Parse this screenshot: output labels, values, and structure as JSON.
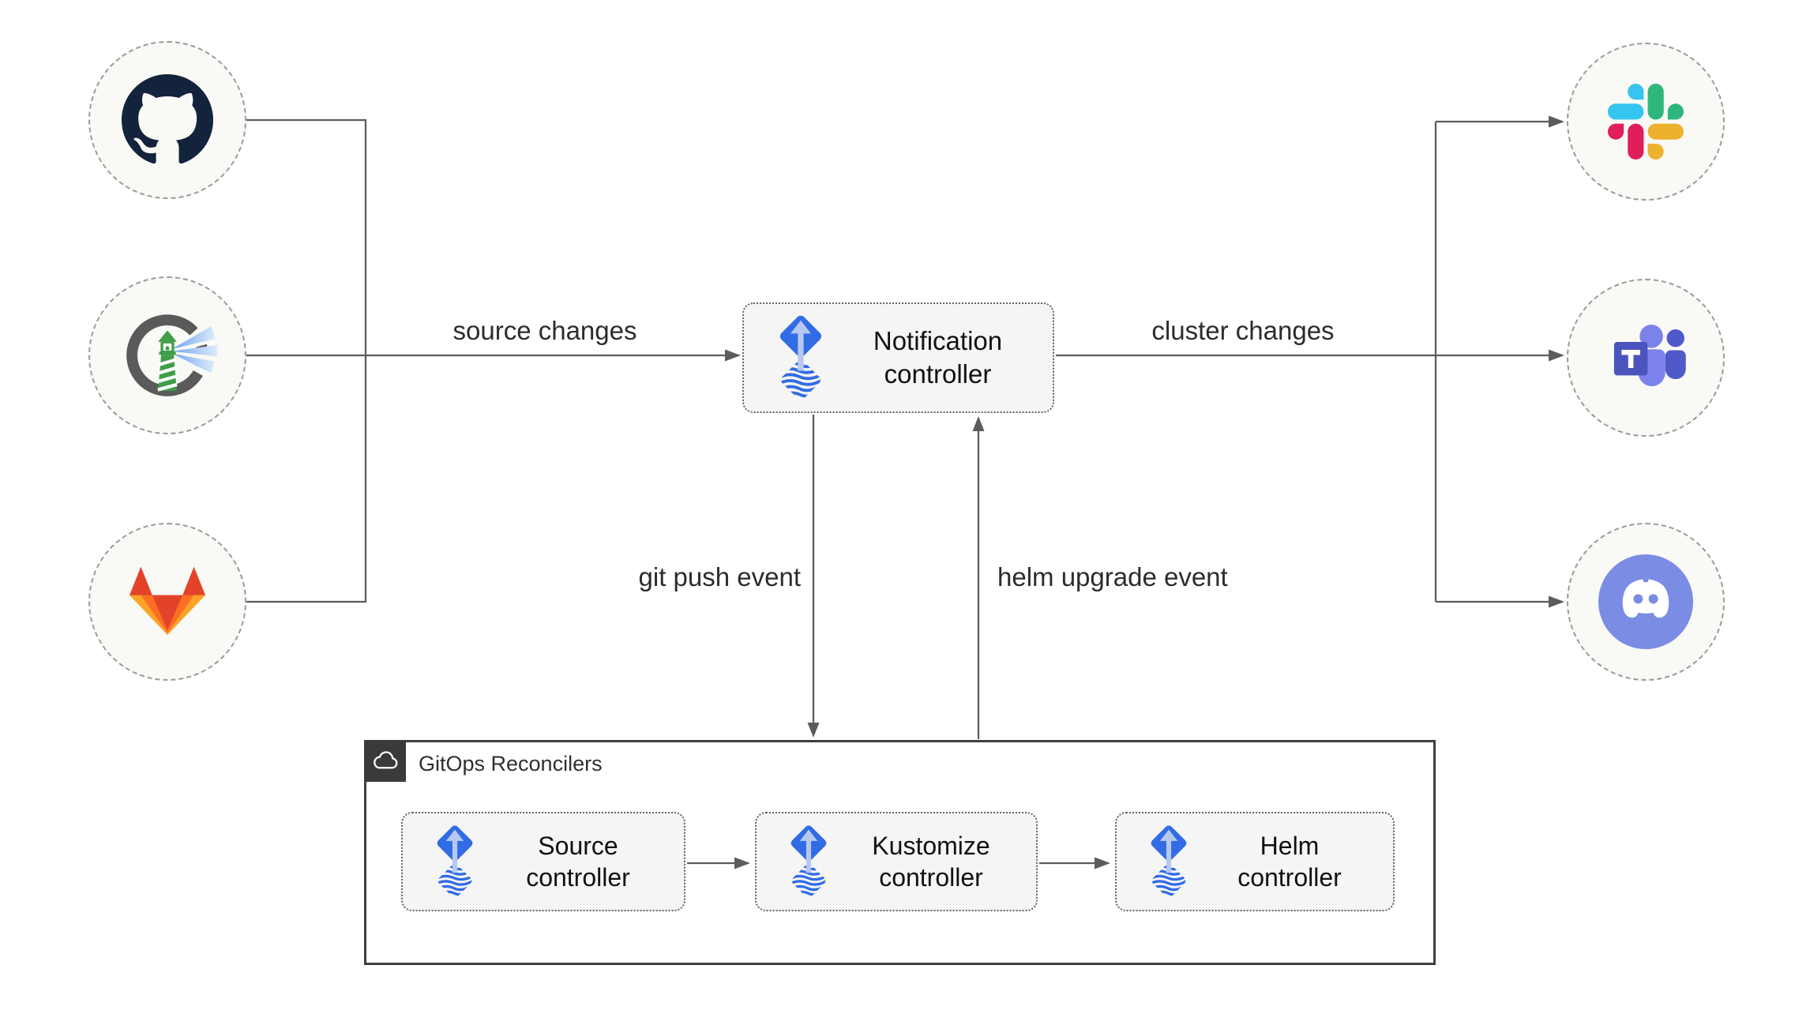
{
  "diagram": {
    "edge_labels": {
      "source_changes": "source changes",
      "cluster_changes": "cluster changes",
      "git_push_event": "git push event",
      "helm_upgrade_event": "helm upgrade event"
    },
    "notification_controller": {
      "label": "Notification controller",
      "icon": "flux-icon"
    },
    "gitops_group": {
      "title": "GitOps Reconcilers",
      "icon": "cloud-icon"
    },
    "controllers": [
      {
        "label": "Source controller",
        "icon": "flux-icon"
      },
      {
        "label": "Kustomize controller",
        "icon": "flux-icon"
      },
      {
        "label": "Helm controller",
        "icon": "flux-icon"
      }
    ],
    "source_nodes": [
      {
        "icon": "github-icon"
      },
      {
        "icon": "harbor-icon"
      },
      {
        "icon": "gitlab-icon"
      }
    ],
    "target_nodes": [
      {
        "icon": "slack-icon"
      },
      {
        "icon": "teams-icon"
      },
      {
        "icon": "discord-icon"
      }
    ],
    "colors": {
      "flux_blue": "#316ce4",
      "flux_arrow_light": "#b7c8f0",
      "connector_gray": "#5c5c5c",
      "node_fill": "#f9f9f6",
      "box_fill": "#f5f5f5",
      "group_border": "#3f3f41",
      "corner_square": "#3a3a3d",
      "github_navy": "#13233c",
      "harbor_green": "#3f9e46",
      "gitlab_red": "#e24329",
      "gitlab_orange": "#fc6d26",
      "gitlab_amber": "#fca326",
      "slack_blue": "#36c5f0",
      "slack_green": "#2eb67d",
      "slack_yellow": "#ecb22e",
      "slack_red": "#e01e5a",
      "teams_indigo": "#4b53bc",
      "teams_lavender": "#7b83eb",
      "teams_mid": "#5059c9",
      "discord_blurple": "#7b8ce4"
    }
  }
}
